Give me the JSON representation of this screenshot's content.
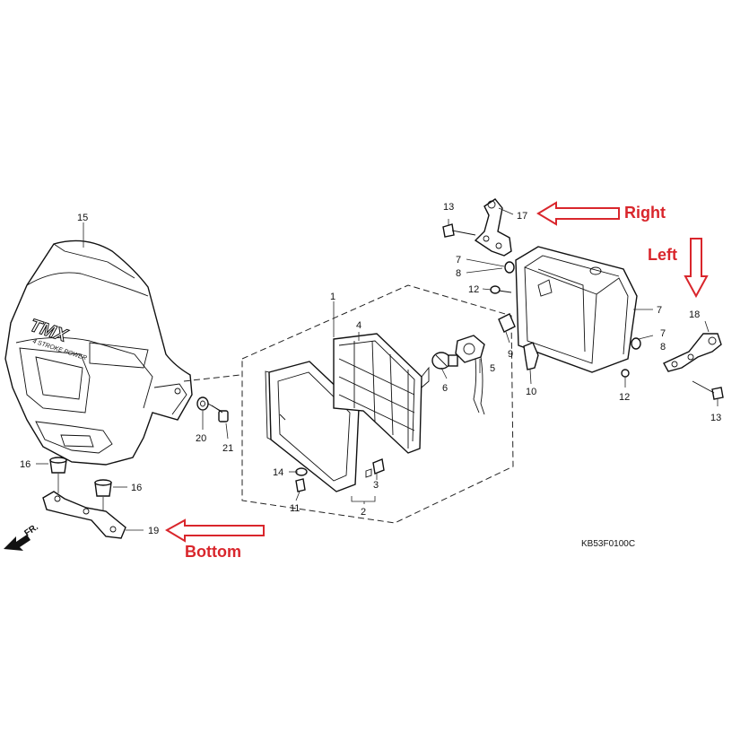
{
  "callouts": {
    "n1": "1",
    "n2": "2",
    "n3": "3",
    "n4": "4",
    "n5": "5",
    "n6": "6",
    "n7a": "7",
    "n7b": "7",
    "n7c": "7",
    "n8a": "8",
    "n8b": "8",
    "n9": "9",
    "n10": "10",
    "n11": "11",
    "n12a": "12",
    "n12b": "12",
    "n13a": "13",
    "n13b": "13",
    "n14": "14",
    "n15": "15",
    "n16a": "16",
    "n16b": "16",
    "n17": "17",
    "n18": "18",
    "n19": "19",
    "n20": "20",
    "n21": "21"
  },
  "annotations": {
    "right": "Right",
    "left": "Left",
    "bottom": "Bottom"
  },
  "fr_label": "FR.",
  "cowl_logo_text": "TMX",
  "cowl_sub_text": "4 STROKE POWER",
  "diagram_code": "KB53F0100C",
  "colors": {
    "annotation": "#d9262c",
    "line": "#111111"
  }
}
